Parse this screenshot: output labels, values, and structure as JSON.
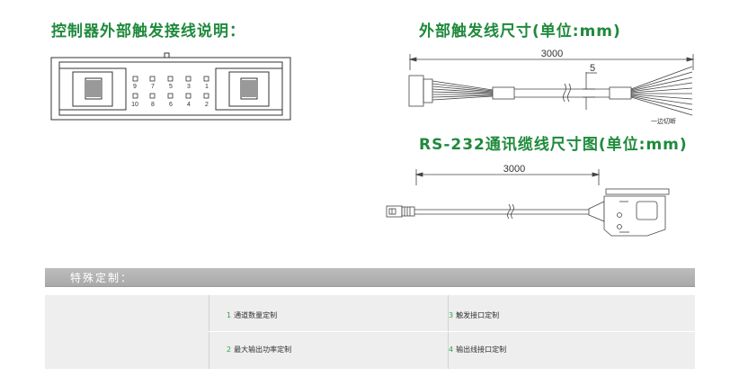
{
  "headings": {
    "wiring": "控制器外部触发接线说明：",
    "trigger_cable": "外部触发线尺寸(单位:mm)",
    "rs232_cable": "RS-232通讯缆线尺寸图(单位:mm)"
  },
  "connector": {
    "top_pins": [
      "9",
      "7",
      "5",
      "3",
      "1"
    ],
    "bottom_pins": [
      "10",
      "8",
      "6",
      "4",
      "2"
    ]
  },
  "trigger_cable": {
    "length_label": "3000",
    "width_label": "5",
    "note": "一边切断"
  },
  "rs232": {
    "length_label": "3000"
  },
  "custom": {
    "title": "特殊定制：",
    "items": [
      {
        "num": "1",
        "text": "通道数量定制"
      },
      {
        "num": "3",
        "text": "触发接口定制"
      },
      {
        "num": "2",
        "text": "最大输出功率定制"
      },
      {
        "num": "4",
        "text": "输出线接口定制"
      }
    ]
  },
  "colors": {
    "accent_green": "#1f8a3c",
    "bar_gray": "#b3b3b3",
    "panel_gray": "#eeeeee"
  }
}
